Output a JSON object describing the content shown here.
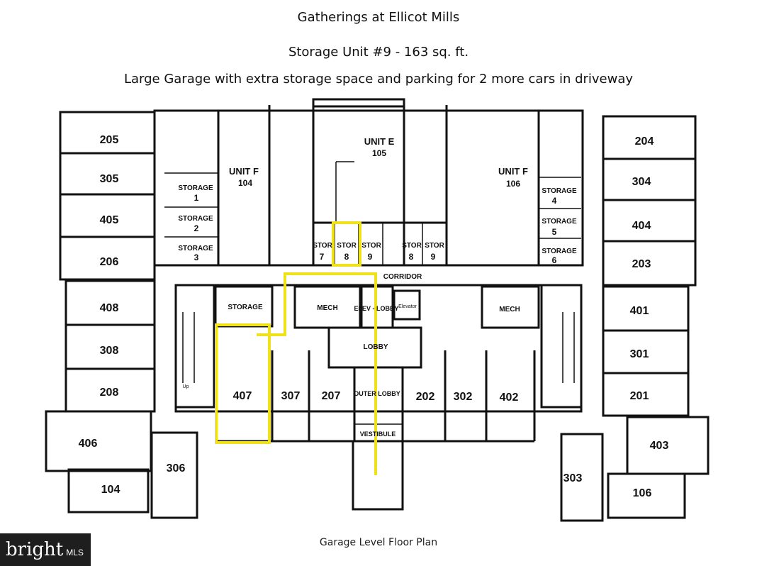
{
  "header": {
    "title": "Gatherings at Ellicot Mills",
    "subtitle": "Storage Unit #9 - 163 sq. ft.",
    "description": "Large Garage with extra storage space and parking for 2 more cars in driveway"
  },
  "plan": {
    "caption": "Garage Level Floor Plan",
    "units_left": [
      "205",
      "305",
      "405",
      "206",
      "408",
      "308",
      "208",
      "406",
      "306",
      "104"
    ],
    "units_right": [
      "204",
      "304",
      "404",
      "203",
      "401",
      "301",
      "201",
      "403",
      "303",
      "106"
    ],
    "units_center": [
      "407",
      "307",
      "207",
      "202",
      "302",
      "402"
    ],
    "unit_e": {
      "name": "UNIT E",
      "number": "105"
    },
    "unit_f_left": {
      "name": "UNIT F",
      "number": "104"
    },
    "unit_f_right": {
      "name": "UNIT F",
      "number": "106"
    },
    "storage_left": [
      {
        "name": "STORAGE",
        "num": "1"
      },
      {
        "name": "STORAGE",
        "num": "2"
      },
      {
        "name": "STORAGE",
        "num": "3"
      }
    ],
    "storage_right": [
      {
        "name": "STORAGE",
        "num": "4"
      },
      {
        "name": "STORAGE",
        "num": "5"
      },
      {
        "name": "STORAGE",
        "num": "6"
      }
    ],
    "stor_small": [
      {
        "name": "STOR",
        "num": "7"
      },
      {
        "name": "STOR",
        "num": "8"
      },
      {
        "name": "STOR",
        "num": "9"
      },
      {
        "name": "STOR",
        "num": "8"
      },
      {
        "name": "STOR",
        "num": "9"
      }
    ],
    "corridor": "CORRIDOR",
    "storage_room": "STORAGE",
    "mech_left": "MECH",
    "mech_right": "MECH",
    "elev_lobby": "ELEV - LOBBY",
    "elevator": "Elevator",
    "lobby": "LOBBY",
    "outer_lobby": "OUTER LOBBY",
    "vestibule": "VESTIBULE",
    "stair_up": "Up",
    "highlight_color": "#f0e21a"
  },
  "watermark": {
    "brand": "bright",
    "suffix": "MLS"
  }
}
